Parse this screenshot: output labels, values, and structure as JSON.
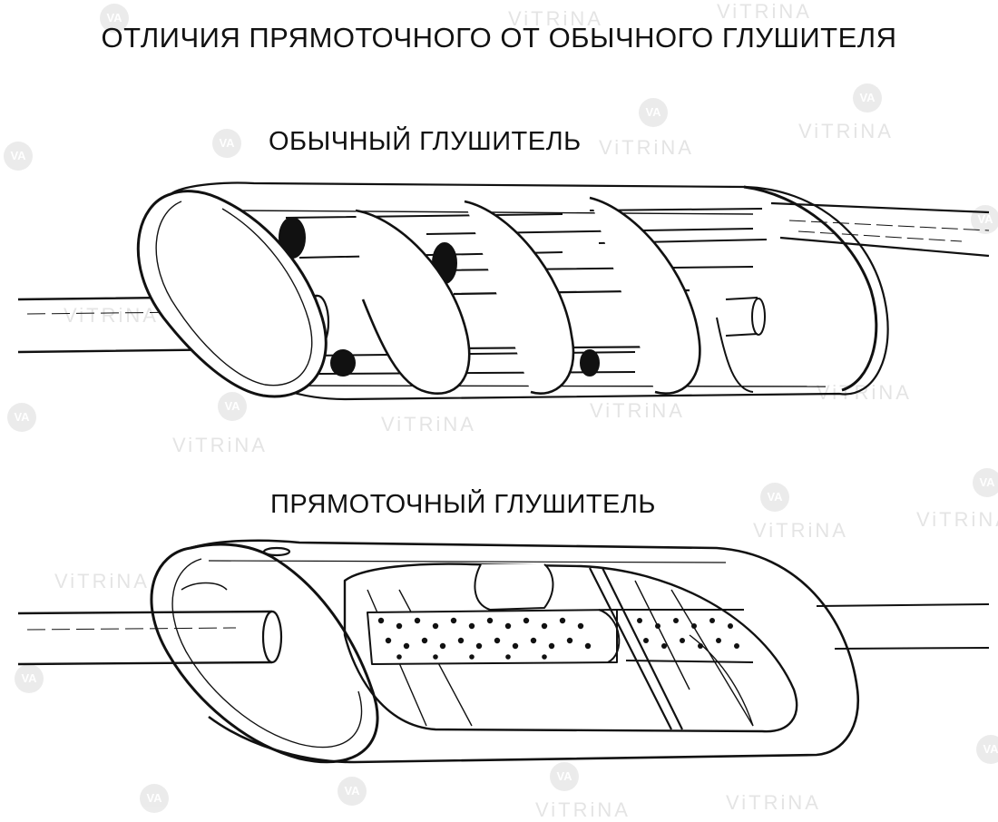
{
  "title": "ОТЛИЧИЯ ПРЯМОТОЧНОГО ОТ ОБЫЧНОГО ГЛУШИТЕЛЯ",
  "sections": [
    {
      "label": "ОБЫЧНЫЙ ГЛУШИТЕЛЬ"
    },
    {
      "label": "ПРЯМОТОЧНЫЙ ГЛУШИТЕЛЬ"
    }
  ],
  "watermark": {
    "text": "ViTRiNA",
    "logo": "VA"
  },
  "colors": {
    "ink": "#111111",
    "background": "#ffffff",
    "watermark": "#cfcfcf"
  }
}
